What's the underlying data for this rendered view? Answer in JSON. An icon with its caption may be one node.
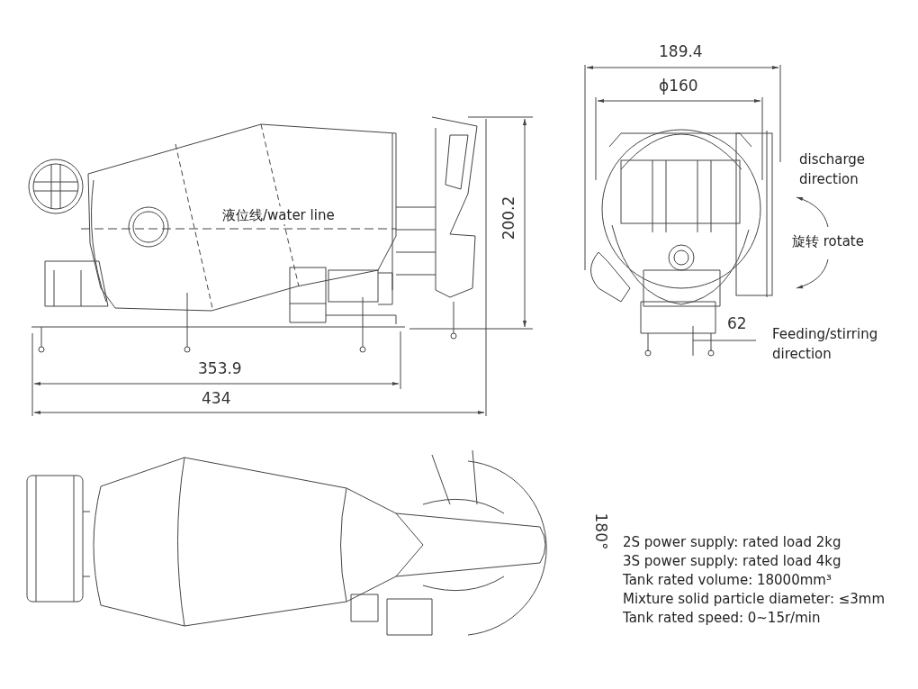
{
  "diagram": {
    "labels": [
      "189.4",
      "ϕ160",
      "discharge direction",
      "液位线/water line",
      "200.2",
      "旋转 rotate",
      "62",
      "Feeding/stirring direction",
      "353.9",
      "434",
      "180°",
      "2S power supply: rated load 2kg",
      "3S power supply: rated load 4kg",
      "Tank rated volume: 18000mm³",
      "Mixture solid particle diameter: ≤3mm",
      "Tank rated speed: 0~15r/min"
    ]
  }
}
